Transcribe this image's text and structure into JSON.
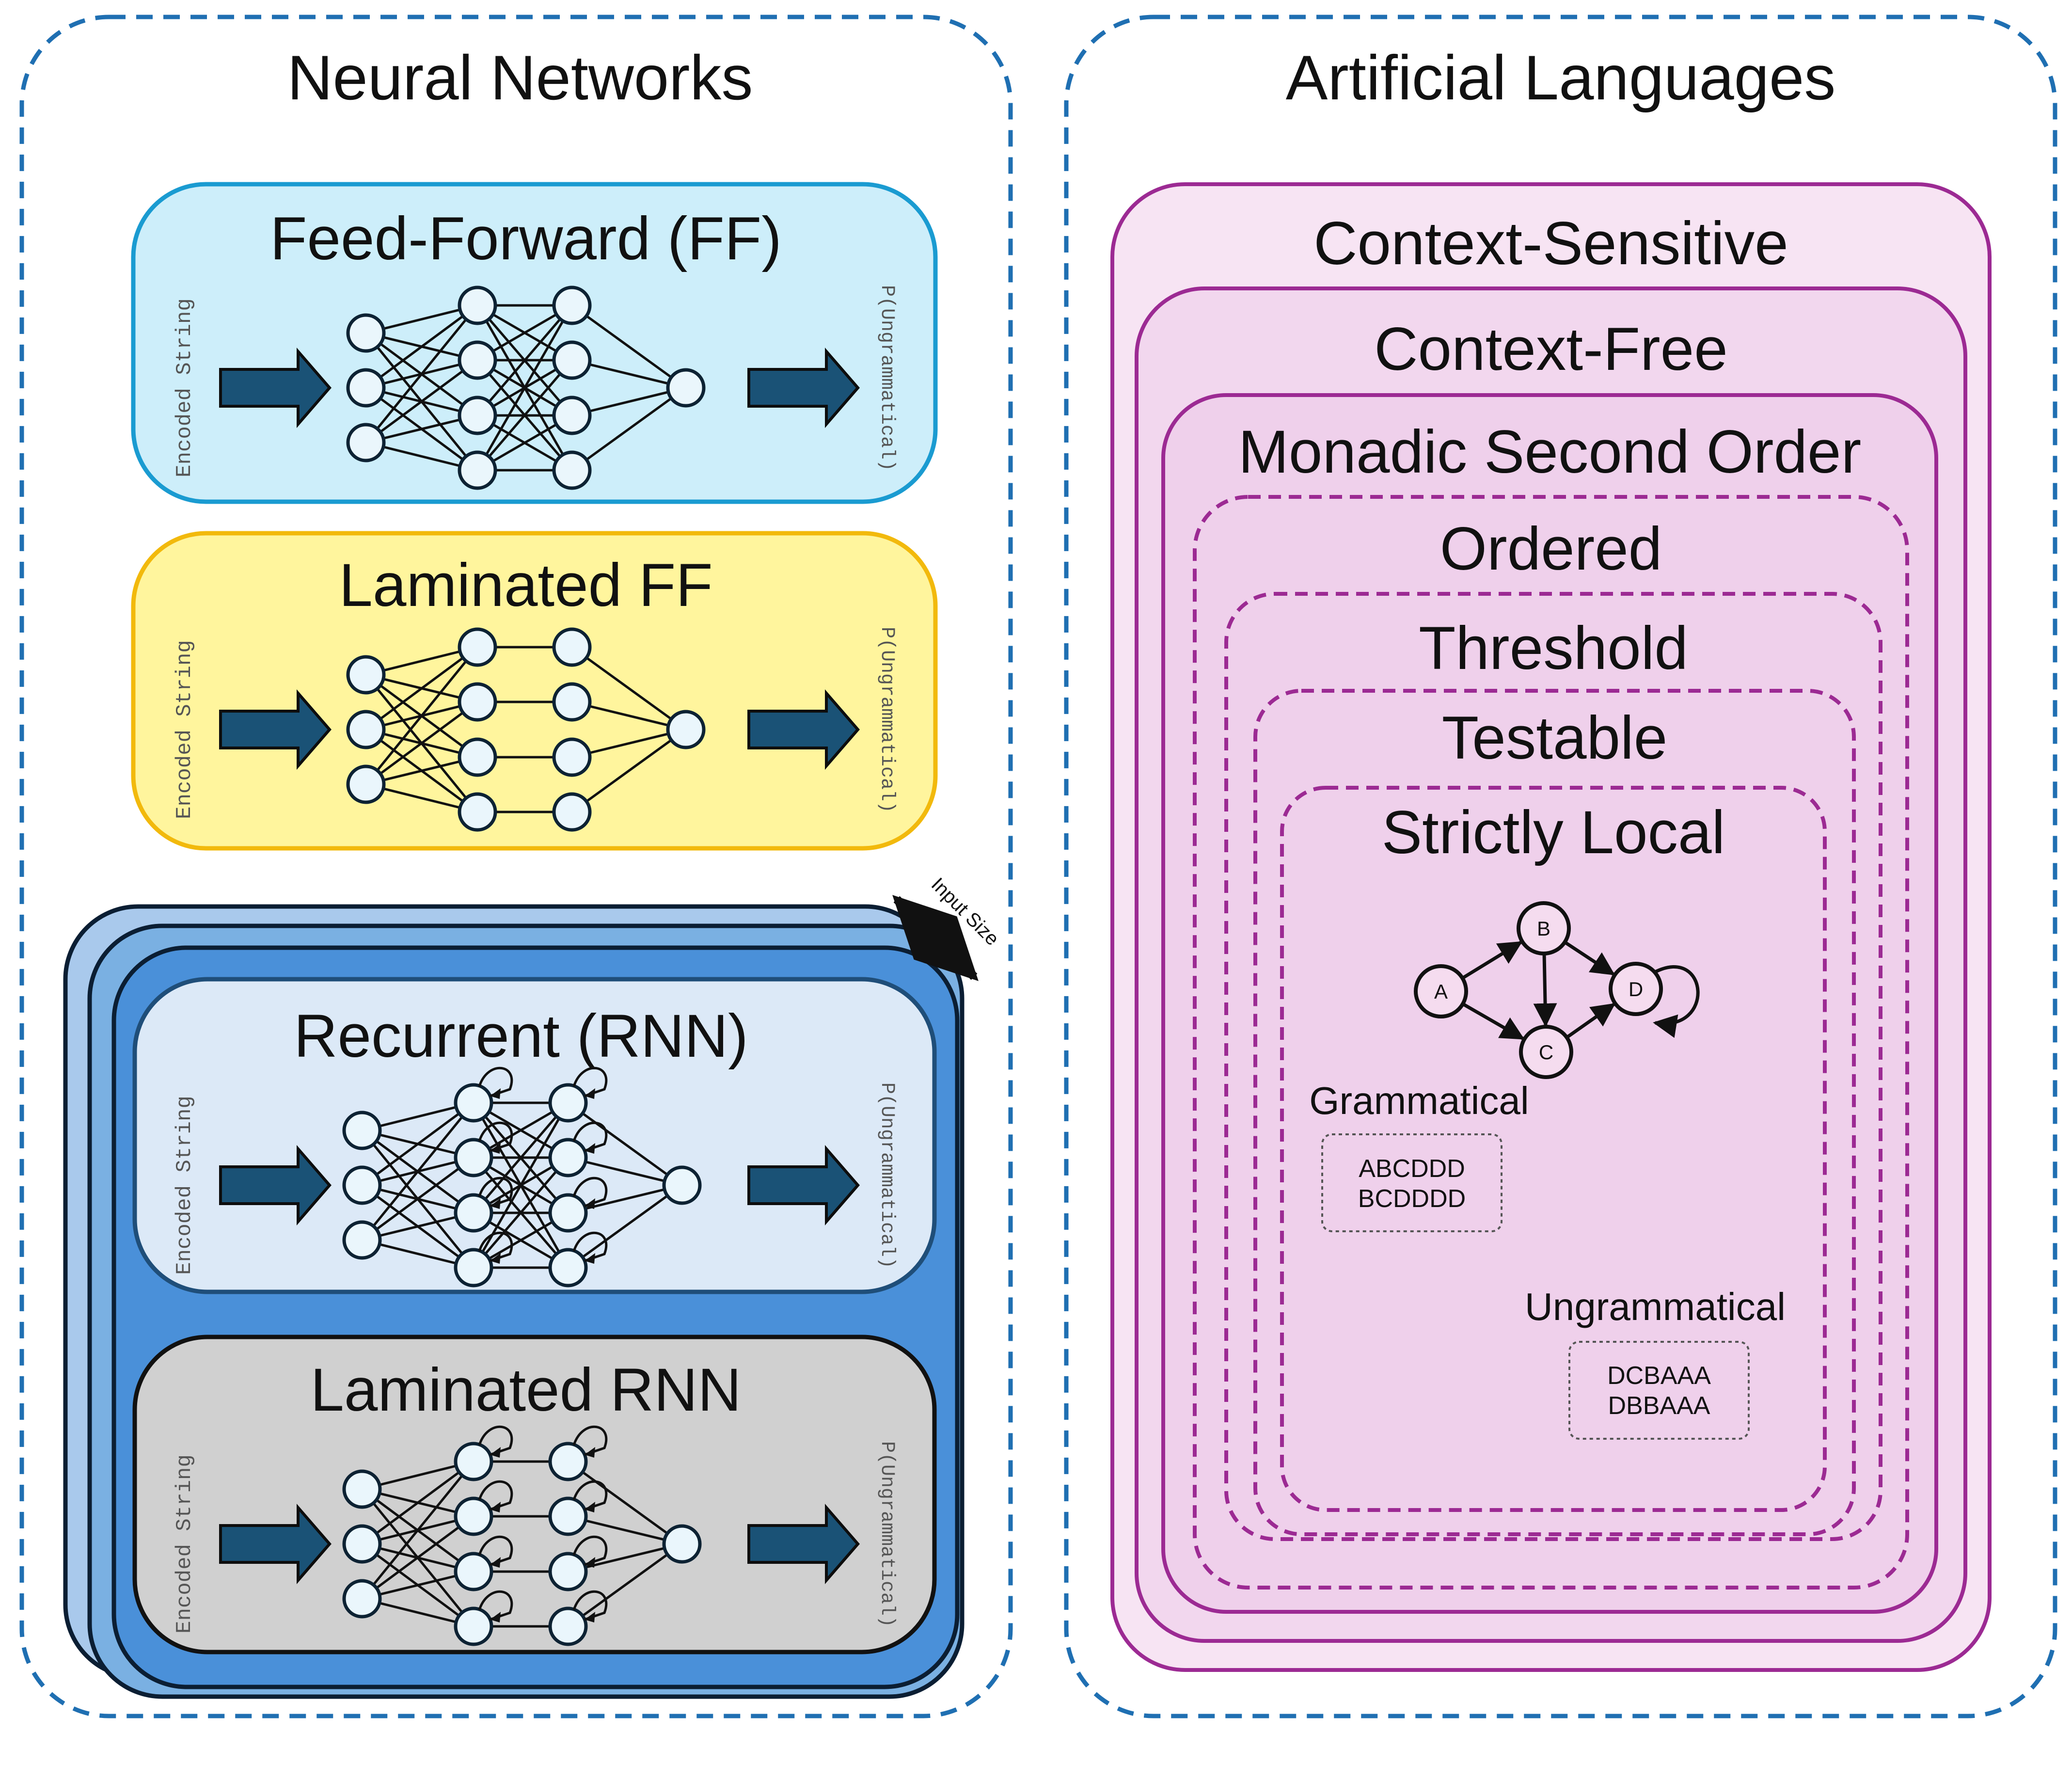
{
  "neural_networks": {
    "title": "Neural Networks",
    "input_label": "Encoded String",
    "output_label": "P(Ungrammatical)",
    "stack_label": "Input Size",
    "models": [
      {
        "name": "Feed-Forward (FF)",
        "fill": "#cdeefa",
        "stroke": "#1a9bd1"
      },
      {
        "name": "Laminated FF",
        "fill": "#fff59d",
        "stroke": "#f2b90c"
      },
      {
        "name": "Recurrent (RNN)",
        "fill": "#dce9f7",
        "stroke": "#1f4e79"
      },
      {
        "name": "Laminated RNN",
        "fill": "#d0d0d0",
        "stroke": "#111111"
      }
    ],
    "stack_colors": {
      "back": "#a9c9ec",
      "middle": "#7ab0e2",
      "front": "#4a90d9"
    },
    "arrow_color": "#1a5276"
  },
  "artificial_languages": {
    "title": "Artificial Languages",
    "accent": "#9c2a93",
    "classes": [
      {
        "name": "Context-Sensitive",
        "dashed": false
      },
      {
        "name": "Context-Free",
        "dashed": false
      },
      {
        "name": "Monadic Second Order",
        "dashed": false
      },
      {
        "name": "Ordered",
        "dashed": true
      },
      {
        "name": "Threshold",
        "dashed": true
      },
      {
        "name": "Testable",
        "dashed": true
      },
      {
        "name": "Strictly Local",
        "dashed": true
      }
    ],
    "automaton": {
      "states": [
        "A",
        "B",
        "C",
        "D"
      ],
      "transitions": [
        [
          "A",
          "B"
        ],
        [
          "A",
          "C"
        ],
        [
          "B",
          "C"
        ],
        [
          "B",
          "D"
        ],
        [
          "C",
          "D"
        ],
        [
          "D",
          "D"
        ]
      ]
    },
    "grammatical": {
      "label": "Grammatical",
      "examples": [
        "ABCDDD",
        "BCDDDD"
      ]
    },
    "ungrammatical": {
      "label": "Ungrammatical",
      "examples": [
        "DCBAAA",
        "DBBAAA"
      ]
    }
  }
}
